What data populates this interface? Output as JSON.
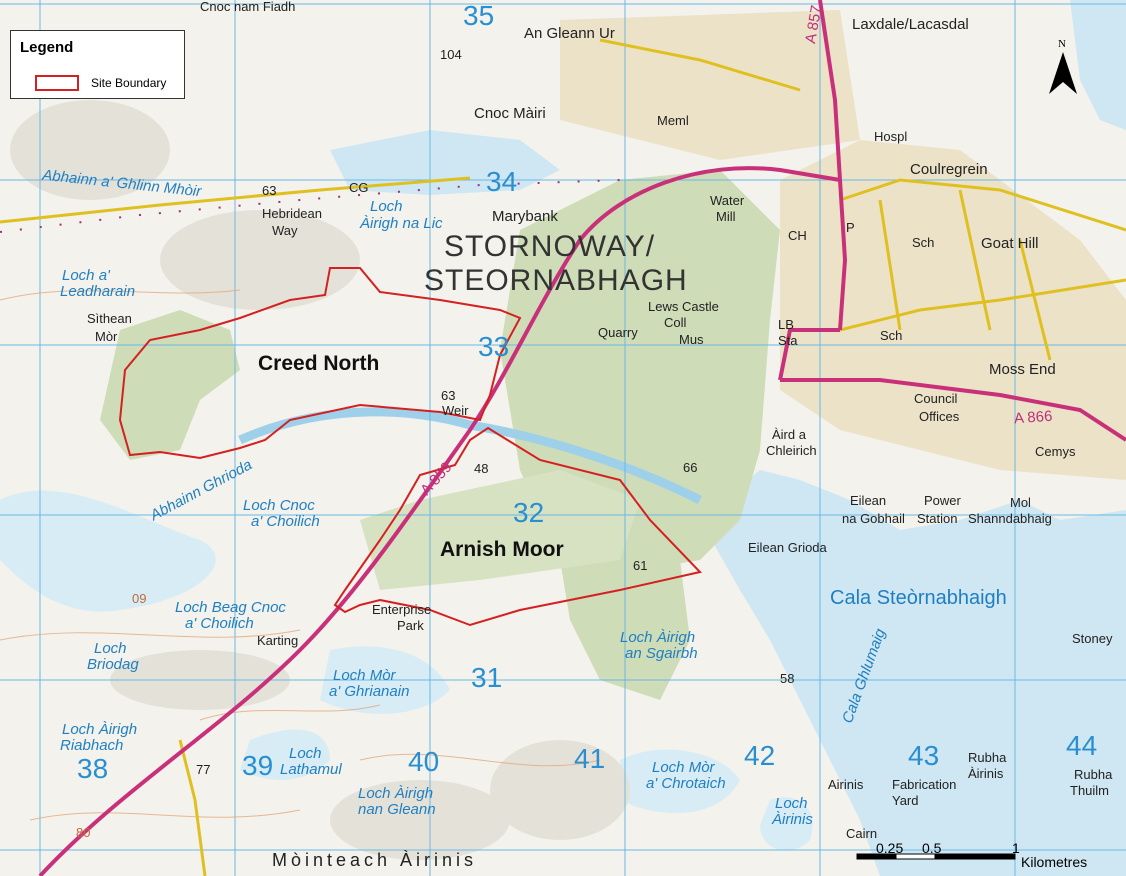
{
  "legend": {
    "title": "Legend",
    "item_label": "Site Boundary",
    "boundary_color": "#d42020"
  },
  "north_arrow": {
    "label": "N"
  },
  "scale_bar": {
    "ticks": [
      "0.25",
      "0.5",
      "1"
    ],
    "unit": "Kilometres"
  },
  "sites": {
    "creed_north": "Creed North",
    "arnish_moor": "Arnish Moor"
  },
  "town": {
    "line1": "STORNOWAY/",
    "line2": "STEORNABHAGH"
  },
  "grid_labels": [
    "35",
    "34",
    "33",
    "32",
    "31",
    "38",
    "39",
    "40",
    "41",
    "42",
    "43",
    "44"
  ],
  "places": {
    "an_gleann_ur": "An Gleann Ur",
    "laxdale": "Laxdale/Lacasdal",
    "cnoc_mairi": "Cnoc Màiri",
    "meml": "Meml",
    "hospl": "Hospl",
    "coulregrein": "Coulregrein",
    "hebridean": "Hebridean",
    "way": "Way",
    "marybank": "Marybank",
    "water": "Water",
    "mill": "Mill",
    "goat_hill": "Goat Hill",
    "sithean": "Sìthean",
    "mor": "Mòr",
    "lews_castle": "Lews Castle",
    "coll": "Coll",
    "quarry": "Quarry",
    "mus": "Mus",
    "lb": "LB",
    "sta": "Sta",
    "ch": "CH",
    "moss_end": "Moss End",
    "council": "Council",
    "offices": "Offices",
    "weir": "Weir",
    "aird": "Àird a",
    "chleirich": "Chleirich",
    "cemys": "Cemys",
    "eilean": "Eilean",
    "na_gobhail": "na Gobhail",
    "power": "Power",
    "station": "Station",
    "shanndabhaig": "Shanndabhaig",
    "mol": "Mol",
    "eilean_grioda": "Eilean Grioda",
    "enterprise": "Enterprise",
    "park": "Park",
    "karting": "Karting",
    "rubha_airinis_1": "Rubha",
    "rubha_airinis_2": "Àirinis",
    "airinis": "Airinis",
    "fabrication": "Fabrication",
    "yard": "Yard",
    "rubha_thuilm_1": "Rubha",
    "rubha_thuilm_2": "Thuilm",
    "stoney": "Stoney",
    "cairn": "Cairn",
    "mointeach": "Mòinteach Àirinis",
    "cg": "CG",
    "sch1": "Sch",
    "sch2": "Sch",
    "p": "P",
    "cnoc_nam_fiadh": "Cnoc nam Fiadh"
  },
  "water_labels": {
    "abhainn_glinn": "Abhainn a' Ghlinn Mhòir",
    "loch_airigh_lic_1": "Loch",
    "loch_airigh_lic_2": "Àirigh na Lic",
    "loch_leadharain_1": "Loch a'",
    "loch_leadharain_2": "Leadharain",
    "abhainn_ghrioda": "Abhainn Ghrioda",
    "loch_cnoc_1": "Loch Cnoc",
    "loch_cnoc_2": "a' Choilich",
    "loch_beag_1": "Loch Beag Cnoc",
    "loch_beag_2": "a' Choilich",
    "loch_briodag_1": "Loch",
    "loch_briodag_2": "Briodag",
    "loch_mor_ghrianain_1": "Loch Mòr",
    "loch_mor_ghrianain_2": "a' Ghrianain",
    "loch_airigh_sgairbh_1": "Loch Àirigh",
    "loch_airigh_sgairbh_2": "an Sgairbh",
    "cala": "Cala Steòrnabhaigh",
    "cala_ghlumaig": "Cala Ghlumaig",
    "loch_airigh_riabhach_1": "Loch Àirigh",
    "loch_airigh_riabhach_2": "Riabhach",
    "loch_lathamul_1": "Loch",
    "loch_lathamul_2": "Lathamul",
    "loch_airigh_gleann_1": "Loch Àirigh",
    "loch_airigh_gleann_2": "nan Gleann",
    "loch_mor_chrotaich_1": "Loch Mòr",
    "loch_mor_chrotaich_2": "a' Chrotaich",
    "loch_airinis_1": "Loch",
    "loch_airinis_2": "Àirinis"
  },
  "heights": [
    "104",
    "63",
    "63",
    "48",
    "66",
    "61",
    "58",
    "77",
    "80",
    "09"
  ],
  "roads": {
    "a857": "A 857",
    "a859": "A 859",
    "a866": "A 866"
  }
}
